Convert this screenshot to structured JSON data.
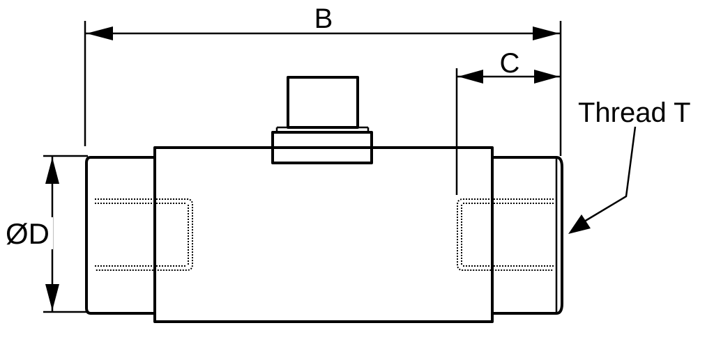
{
  "labels": {
    "overall_length": "B",
    "thread_length": "C",
    "diameter": "ØD",
    "thread": "Thread T"
  },
  "colors": {
    "line": "#000000",
    "background": "#ffffff"
  }
}
